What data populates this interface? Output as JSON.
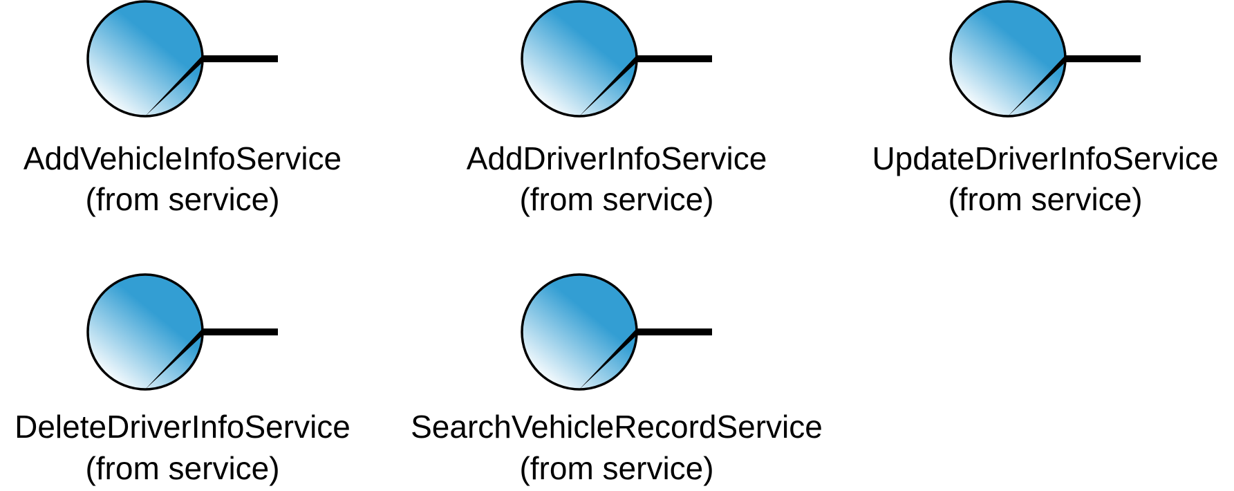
{
  "diagram": {
    "colors": {
      "fill_main": "#339ed3",
      "fill_highlight": "#ffffff",
      "outline": "#000000"
    },
    "services": [
      {
        "name": "AddVehicleInfoService",
        "package": "(from service)",
        "icon": "service-interface-icon"
      },
      {
        "name": "AddDriverInfoService",
        "package": "(from service)",
        "icon": "service-interface-icon"
      },
      {
        "name": "UpdateDriverInfoService",
        "package": "(from service)",
        "icon": "service-interface-icon"
      },
      {
        "name": "DeleteDriverInfoService",
        "package": "(from service)",
        "icon": "service-interface-icon"
      },
      {
        "name": "SearchVehicleRecordService",
        "package": "(from service)",
        "icon": "service-interface-icon"
      }
    ]
  }
}
